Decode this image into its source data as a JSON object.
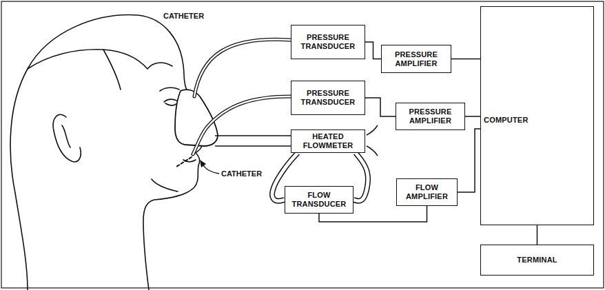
{
  "diagram": {
    "nodes": [
      {
        "text": [
          "PRESSURE TRANSDUCER"
        ]
      },
      {
        "text": [
          "PRESSURE AMPLIFIER"
        ]
      },
      {
        "text": [
          "COMPUTER"
        ]
      },
      {
        "text": [
          "PRESSURE TRANSDUCER"
        ]
      },
      {
        "text": [
          "PRESSURE AMPLIFIER"
        ]
      },
      {
        "text": [
          "HEATED FLOWMETER"
        ]
      },
      {
        "text": [
          "FLOW TRANSDUCER"
        ]
      },
      {
        "text": [
          "FLOW AMPLIFIER"
        ]
      },
      {
        "text": [
          "TERMINAL"
        ]
      }
    ],
    "edges": [
      {
        "from": 0,
        "to": 1,
        "arrow": "none"
      },
      {
        "from": 1,
        "to": 2,
        "arrow": "none"
      },
      {
        "from": 3,
        "to": 4,
        "arrow": "none"
      },
      {
        "from": 4,
        "to": 2,
        "arrow": "none"
      },
      {
        "from": 5,
        "to": 6,
        "arrow": "none"
      },
      {
        "from": 5,
        "to": 6,
        "arrow": "none"
      },
      {
        "from": 6,
        "to": 7,
        "arrow": "none"
      },
      {
        "from": 7,
        "to": 2,
        "arrow": "none"
      },
      {
        "from": 2,
        "to": 8,
        "arrow": "none"
      }
    ],
    "labels": [
      "CATHETER",
      "CATHETER"
    ]
  }
}
